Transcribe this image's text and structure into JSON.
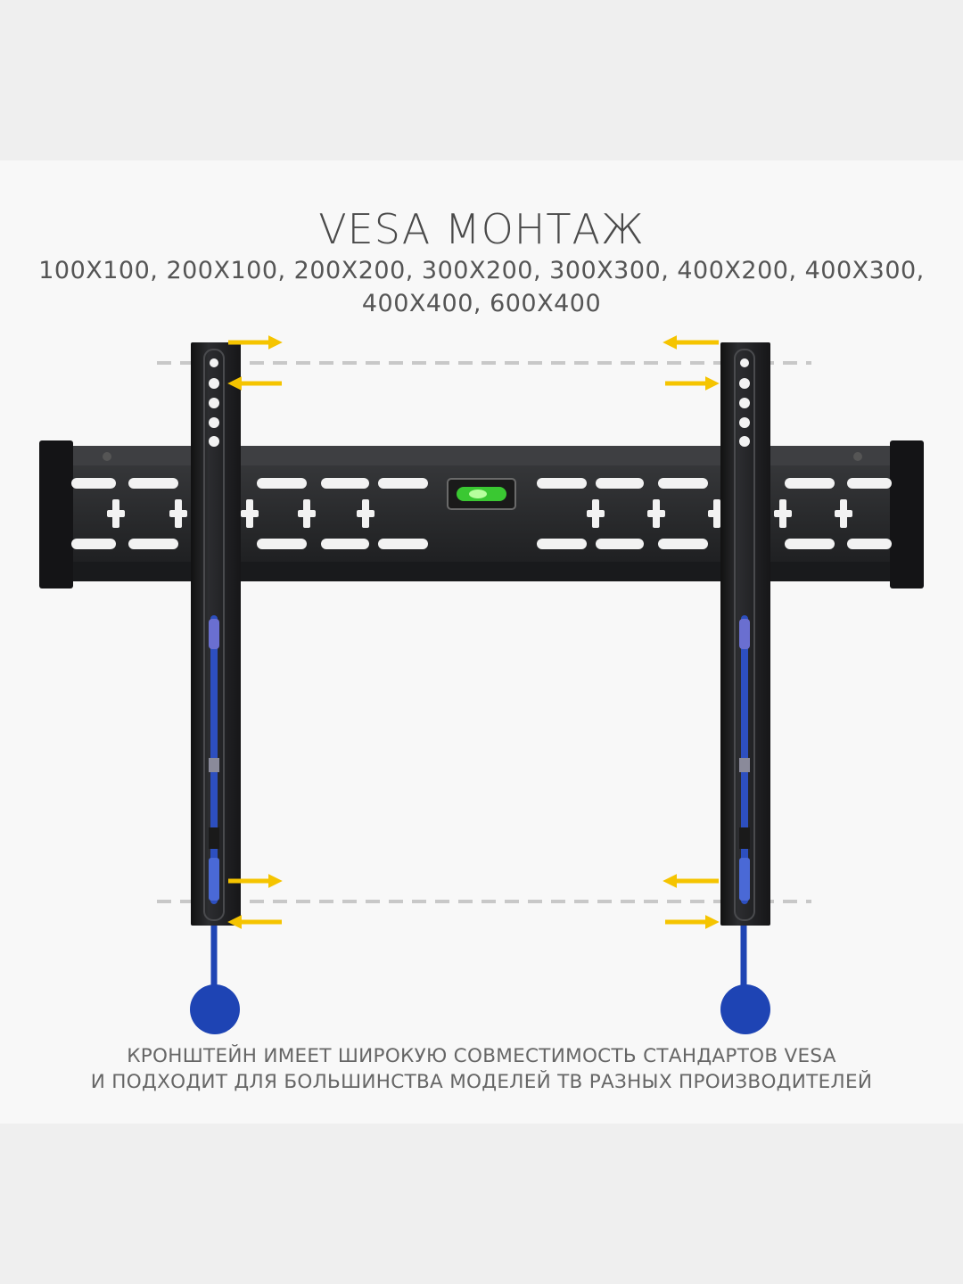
{
  "heading": "VESA МОНТАЖ",
  "vesa_sizes_line1": "100X100, 200X100, 200X200, 300X200, 300X300, 400X200, 400X300,",
  "vesa_sizes_line2": "400X400, 600X400",
  "caption_line1": "КРОНШТЕЙН ИМЕЕТ ШИРОКУЮ СОВМЕСТИМОСТЬ СТАНДАРТОВ VESA",
  "caption_line2": "И ПОДХОДИТ ДЛЯ БОЛЬШИНСТВА МОДЕЛЕЙ ТВ РАЗНЫХ ПРОИЗВОДИТЕЛЕЙ",
  "colors": {
    "background": "#efefef",
    "card": "#f8f8f8",
    "bracket": "#1f2022",
    "arrow": "#f5c400",
    "strap": "#1e44b4",
    "level_bubble": "#35d62e"
  },
  "icons": [
    "tv-wall-bracket-illustration",
    "spirit-level-icon",
    "arrow-right-icon",
    "arrow-left-icon",
    "pull-strap-icon"
  ]
}
